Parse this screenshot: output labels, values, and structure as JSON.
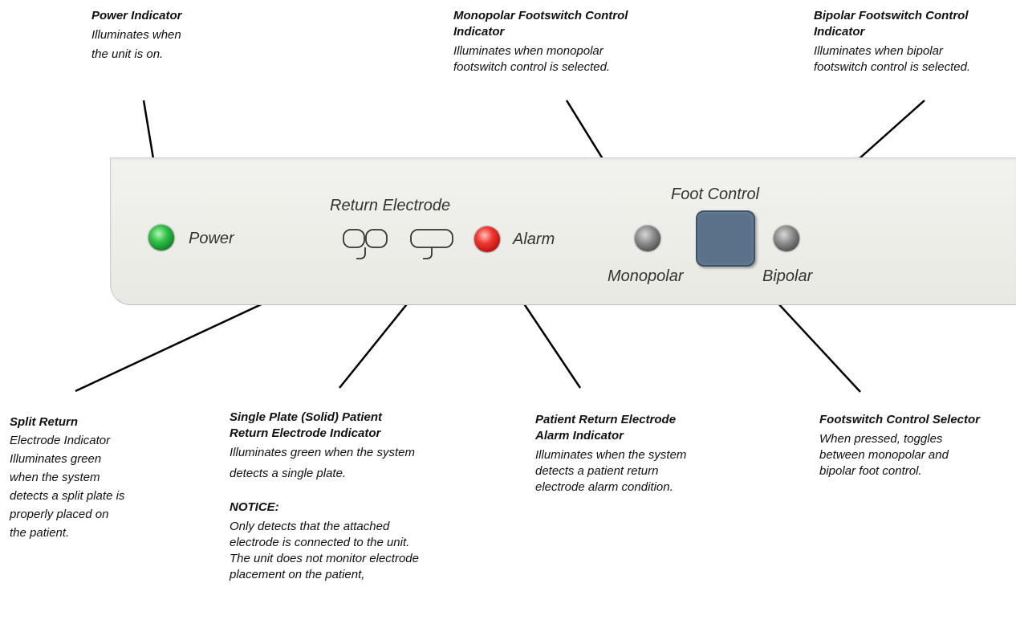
{
  "annotations": {
    "power": {
      "title": "Power Indicator",
      "lines": [
        "Illuminates when",
        "the unit is on."
      ]
    },
    "monopolar": {
      "title_lines": [
        "Monopolar Footswitch Control",
        "Indicator"
      ],
      "lines": [
        "Illuminates when monopolar",
        "footswitch control is selected."
      ]
    },
    "bipolar": {
      "title_lines": [
        "Bipolar Footswitch Control",
        "Indicator"
      ],
      "lines": [
        "Illuminates when bipolar",
        "footswitch control is selected."
      ]
    },
    "split_return": {
      "title": "Split Return",
      "lines": [
        "Electrode Indicator",
        "Illuminates green",
        "when the system",
        "detects a split plate is",
        "properly placed on",
        "the patient."
      ]
    },
    "single_plate": {
      "title_lines": [
        "Single Plate (Solid) Patient",
        "Return Electrode Indicator"
      ],
      "lines": [
        "Illuminates green when the system",
        "detects a single plate."
      ],
      "notice_title": "NOTICE:",
      "notice_lines": [
        "Only detects that the attached",
        "electrode is connected to the unit.",
        "The unit does not monitor electrode",
        "placement on the patient,"
      ]
    },
    "alarm": {
      "title_lines": [
        "Patient Return Electrode",
        "Alarm Indicator"
      ],
      "lines": [
        "Illuminates when the system",
        "detects a patient return",
        "electrode alarm condition."
      ]
    },
    "footswitch_selector": {
      "title": "Footswitch Control Selector",
      "lines": [
        "When pressed, toggles",
        "between monopolar and",
        "bipolar foot control."
      ]
    }
  },
  "panel": {
    "power_label": "Power",
    "return_electrode_label": "Return Electrode",
    "alarm_label": "Alarm",
    "foot_control_label": "Foot Control",
    "monopolar_label": "Monopolar",
    "bipolar_label": "Bipolar",
    "colors": {
      "power_led": "#1ea83a",
      "alarm_led": "#e0201c",
      "indicator_off": "#777777",
      "selector_button": "#5a7189",
      "panel": "#efefea"
    }
  }
}
